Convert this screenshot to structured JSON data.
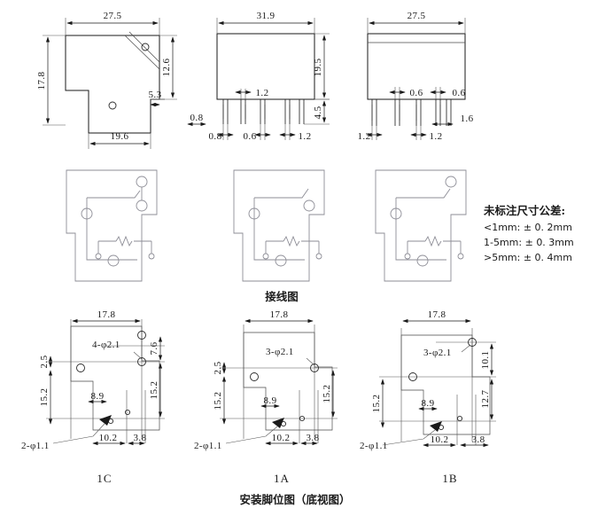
{
  "sheet": {
    "title": "Relay outline, wiring and PCB mounting layout drawing",
    "background": "#ffffff",
    "line_color": "#1a1a1a",
    "wire_color": "#8d8d96"
  },
  "top_views": [
    {
      "name": "top-view-plan",
      "dims": {
        "width_overall": "27.5",
        "height_overall": "17.8",
        "width_lower": "19.6",
        "height_right": "12.6",
        "step_height": "5.3"
      }
    },
    {
      "name": "front-view",
      "dims": {
        "width_overall": "31.9",
        "body_height": "19.5",
        "pin_length": "4.5",
        "pin_width_left": "0.8",
        "pin_pitch_a": "0.8",
        "pin_pitch_b": "0.6",
        "pin_pitch_c": "1.2",
        "pin_gap_top": "1.2"
      }
    },
    {
      "name": "side-view",
      "dims": {
        "width_overall": "27.5",
        "pin_thk_a": "0.6",
        "pin_thk_b": "0.6",
        "pitch_left": "1.2",
        "pitch_mid": "1.2",
        "offset_right": "1.6"
      }
    }
  ],
  "wiring": {
    "caption": "接线图",
    "diagrams": [
      {
        "name": "wiring-1c",
        "type": "changeover",
        "terminals": 5
      },
      {
        "name": "wiring-1a",
        "type": "normally-open",
        "terminals": 4
      },
      {
        "name": "wiring-1b",
        "type": "normally-closed",
        "terminals": 4
      }
    ]
  },
  "tolerance_note": {
    "heading": "未标注尺寸公差:",
    "lines": [
      "<1mm: ± 0. 2mm",
      "1-5mm: ± 0. 3mm",
      ">5mm: ± 0. 4mm"
    ]
  },
  "footprints": {
    "caption": "安装脚位图（底视图）",
    "items": [
      {
        "label": "1C",
        "hole_note": "4-φ2.1",
        "small_hole_note": "2-φ1.1",
        "dims": {
          "top_width": "17.8",
          "right_upper": "7.6",
          "right_lower": "15.2",
          "left_upper": "2.5",
          "left_lower": "15.2",
          "inner": "8.9",
          "bottom_a": "10.2",
          "bottom_b": "3.8"
        }
      },
      {
        "label": "1A",
        "hole_note": "3-φ2.1",
        "small_hole_note": "2-φ1.1",
        "dims": {
          "top_width": "17.8",
          "right_lower": "15.2",
          "left_upper": "2.5",
          "left_lower": "15.2",
          "inner": "8.9",
          "bottom_a": "10.2",
          "bottom_b": "3.8"
        }
      },
      {
        "label": "1B",
        "hole_note": "3-φ2.1",
        "small_hole_note": "2-φ1.1",
        "dims": {
          "top_width": "17.8",
          "right_upper": "10.1",
          "right_lower": "12.7",
          "left_lower": "15.2",
          "inner": "8.9",
          "bottom_a": "10.2",
          "bottom_b": "3.8"
        }
      }
    ]
  }
}
